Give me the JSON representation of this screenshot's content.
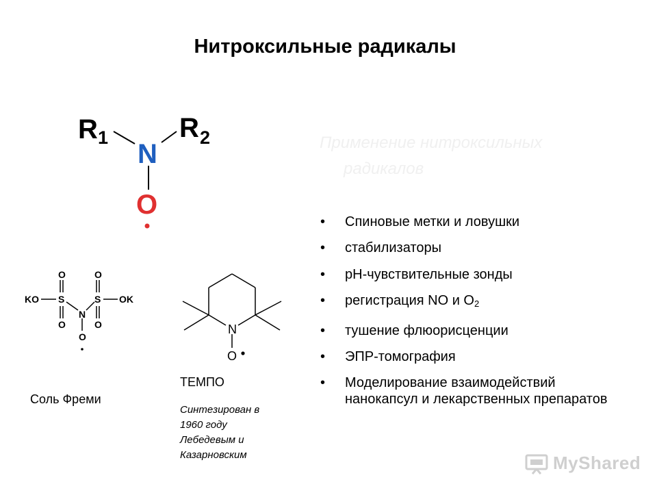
{
  "title": "Нитроксильные  радикалы",
  "general_structure": {
    "r1": "R",
    "r1_sub": "1",
    "r2": "R",
    "r2_sub": "2",
    "n": "N",
    "o": "O"
  },
  "applications": {
    "subtitle_line1": "Применение нитроксильных",
    "subtitle_line2": "радикалов",
    "items": [
      {
        "text": "Спиновые метки и ловушки"
      },
      {
        "text": "стабилизаторы"
      },
      {
        "text": "pH-чувствительные зонды"
      },
      {
        "text": "регистрация NO и O",
        "sub": "2"
      },
      {
        "text": "тушение флюорисценции"
      },
      {
        "text": "ЭПР-томография"
      },
      {
        "text": "Моделирование взаимодействий",
        "text2": "нанокапсул и лекарственных препаратов"
      }
    ]
  },
  "fremy": {
    "label": "Соль Фреми",
    "atoms": {
      "ko": "KO",
      "ok": "OK",
      "s": "S",
      "o": "O",
      "n": "N"
    }
  },
  "tempo": {
    "label": "ТЕМПО",
    "note": "Синтезирован в\n1960 году\nЛебедевым и\nКазарновским",
    "atoms": {
      "n": "N",
      "o": "O"
    }
  },
  "watermark": {
    "text": "MyShared",
    "icon": "projector-icon"
  },
  "colors": {
    "nitrogen": "#1f5fbf",
    "oxygen": "#e03030",
    "subtitle": "#f0f0f0",
    "watermark": "#cfcfcf"
  }
}
